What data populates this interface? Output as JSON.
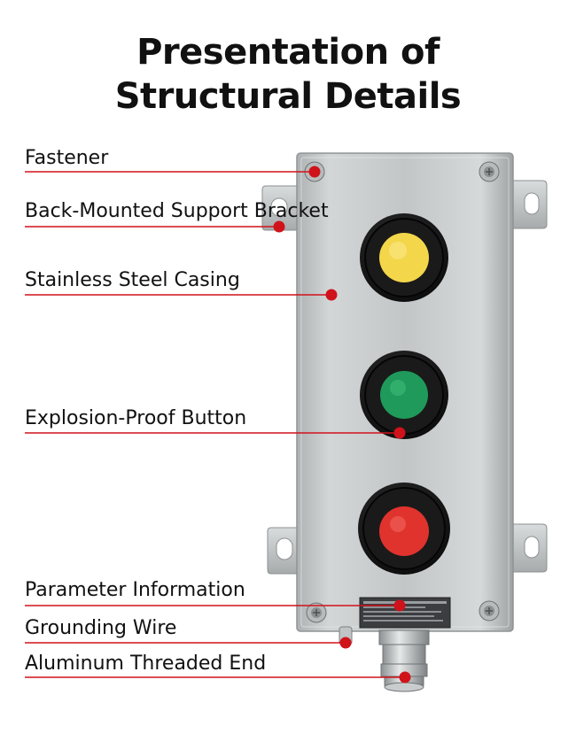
{
  "title": {
    "line1": "Presentation of",
    "line2": "Structural Details"
  },
  "labels": [
    {
      "id": "fastener",
      "text": "Fastener"
    },
    {
      "id": "bracket",
      "text": "Back-Mounted Support Bracket"
    },
    {
      "id": "casing",
      "text": "Stainless Steel Casing"
    },
    {
      "id": "button",
      "text": "Explosion-Proof Button"
    },
    {
      "id": "parameter",
      "text": "Parameter Information"
    },
    {
      "id": "grounding",
      "text": "Grounding Wire"
    },
    {
      "id": "threaded-end",
      "text": "Aluminum Threaded End"
    }
  ],
  "colors": {
    "accent": "#d0121b",
    "button_yellow": "#f4d64a",
    "button_green": "#1f9a5a",
    "button_red": "#e0332d",
    "steel": "#c9cccd"
  }
}
